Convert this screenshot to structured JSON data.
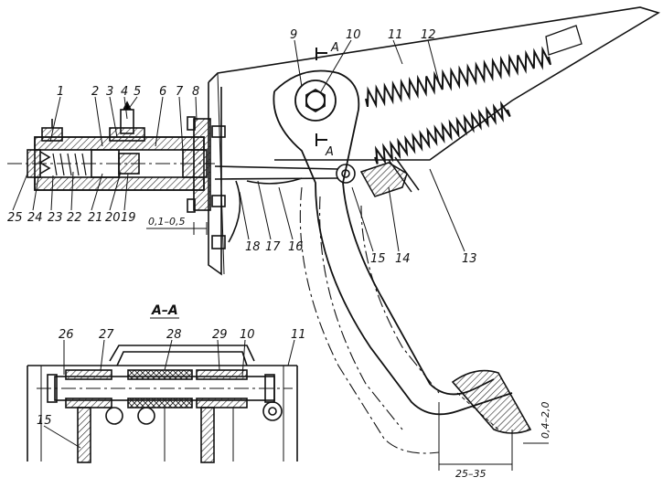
{
  "section_title": "A–A",
  "section_marks": [
    "A",
    "A"
  ],
  "callouts": [
    {
      "id": "c1",
      "text": "1"
    },
    {
      "id": "c2",
      "text": "2"
    },
    {
      "id": "c3",
      "text": "3"
    },
    {
      "id": "c4",
      "text": "4"
    },
    {
      "id": "c5",
      "text": "5"
    },
    {
      "id": "c6",
      "text": "6"
    },
    {
      "id": "c7",
      "text": "7"
    },
    {
      "id": "c8",
      "text": "8"
    },
    {
      "id": "c9",
      "text": "9"
    },
    {
      "id": "c10",
      "text": "10"
    },
    {
      "id": "c11",
      "text": "11"
    },
    {
      "id": "c12",
      "text": "12"
    },
    {
      "id": "c13",
      "text": "13"
    },
    {
      "id": "c14",
      "text": "14"
    },
    {
      "id": "c15",
      "text": "15"
    },
    {
      "id": "c16",
      "text": "16"
    },
    {
      "id": "c17",
      "text": "17"
    },
    {
      "id": "c18",
      "text": "18"
    },
    {
      "id": "c19",
      "text": "19"
    },
    {
      "id": "c20",
      "text": "20"
    },
    {
      "id": "c21",
      "text": "21"
    },
    {
      "id": "c22",
      "text": "22"
    },
    {
      "id": "c23",
      "text": "23"
    },
    {
      "id": "c24",
      "text": "24"
    },
    {
      "id": "c25",
      "text": "25"
    },
    {
      "id": "s26",
      "text": "26"
    },
    {
      "id": "s27",
      "text": "27"
    },
    {
      "id": "s28",
      "text": "28"
    },
    {
      "id": "s29",
      "text": "29"
    },
    {
      "id": "s10",
      "text": "10"
    },
    {
      "id": "s11",
      "text": "11"
    },
    {
      "id": "s15",
      "text": "15"
    }
  ],
  "dimensions": {
    "rod_gap": "0,1–0,5",
    "pedal_travel": "25–35",
    "pad_gap": "0,4–2,0"
  }
}
